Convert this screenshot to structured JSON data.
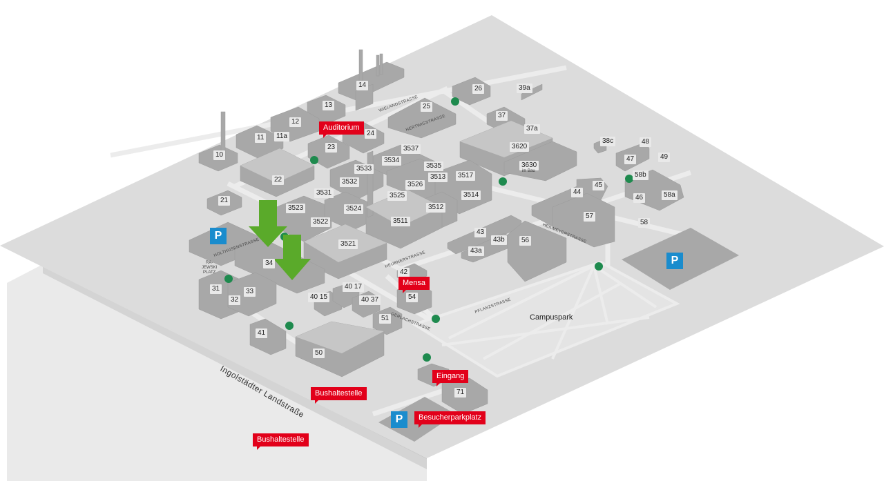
{
  "buildings": [
    {
      "id": "b14",
      "label": "14"
    },
    {
      "id": "b26",
      "label": "26"
    },
    {
      "id": "b39a",
      "label": "39a"
    },
    {
      "id": "b13",
      "label": "13"
    },
    {
      "id": "b25",
      "label": "25"
    },
    {
      "id": "b37",
      "label": "37"
    },
    {
      "id": "b37a",
      "label": "37a"
    },
    {
      "id": "b12",
      "label": "12"
    },
    {
      "id": "b11",
      "label": "11"
    },
    {
      "id": "b11a",
      "label": "11a"
    },
    {
      "id": "b24",
      "label": "24"
    },
    {
      "id": "b10",
      "label": "10"
    },
    {
      "id": "b23",
      "label": "23"
    },
    {
      "id": "b3537",
      "label": "3537"
    },
    {
      "id": "b3620",
      "label": "3620"
    },
    {
      "id": "b38c",
      "label": "38c"
    },
    {
      "id": "b48",
      "label": "48"
    },
    {
      "id": "b3534",
      "label": "3534"
    },
    {
      "id": "b47",
      "label": "47"
    },
    {
      "id": "b49",
      "label": "49"
    },
    {
      "id": "b3535",
      "label": "3535"
    },
    {
      "id": "b3533",
      "label": "3533"
    },
    {
      "id": "b3630",
      "label": "3630"
    },
    {
      "id": "b58b",
      "label": "58b"
    },
    {
      "id": "b3513",
      "label": "3513"
    },
    {
      "id": "b3517",
      "label": "3517"
    },
    {
      "id": "b22",
      "label": "22"
    },
    {
      "id": "b3532",
      "label": "3532"
    },
    {
      "id": "b3526",
      "label": "3526"
    },
    {
      "id": "b45",
      "label": "45"
    },
    {
      "id": "b3531",
      "label": "3531"
    },
    {
      "id": "b3514",
      "label": "3514"
    },
    {
      "id": "b44",
      "label": "44"
    },
    {
      "id": "b3525",
      "label": "3525"
    },
    {
      "id": "b58a",
      "label": "58a"
    },
    {
      "id": "b46",
      "label": "46"
    },
    {
      "id": "b21",
      "label": "21"
    },
    {
      "id": "b3523",
      "label": "3523"
    },
    {
      "id": "b3524",
      "label": "3524"
    },
    {
      "id": "b3512",
      "label": "3512"
    },
    {
      "id": "b57",
      "label": "57"
    },
    {
      "id": "b3522",
      "label": "3522"
    },
    {
      "id": "b3511",
      "label": "3511"
    },
    {
      "id": "b58",
      "label": "58"
    },
    {
      "id": "b43",
      "label": "43"
    },
    {
      "id": "b43b",
      "label": "43b"
    },
    {
      "id": "b56",
      "label": "56"
    },
    {
      "id": "b3521",
      "label": "3521"
    },
    {
      "id": "b43a",
      "label": "43a"
    },
    {
      "id": "b34",
      "label": "34"
    },
    {
      "id": "b42",
      "label": "42"
    },
    {
      "id": "b31",
      "label": "31"
    },
    {
      "id": "b4017",
      "label": "40 17"
    },
    {
      "id": "b33",
      "label": "33"
    },
    {
      "id": "b4015",
      "label": "40 15"
    },
    {
      "id": "b54",
      "label": "54"
    },
    {
      "id": "b32",
      "label": "32"
    },
    {
      "id": "b4037",
      "label": "40 37"
    },
    {
      "id": "b51",
      "label": "51"
    },
    {
      "id": "b41",
      "label": "41"
    },
    {
      "id": "b50",
      "label": "50"
    },
    {
      "id": "b71",
      "label": "71"
    }
  ],
  "building_note": "im Bau",
  "pois": {
    "auditorium": "Auditorium",
    "mensa": "Mensa",
    "eingang": "Eingang",
    "bushaltestelle_1": "Bushaltestelle",
    "bushaltestelle_2": "Bushaltestelle",
    "besucherparkplatz": "Besucherparkplatz"
  },
  "parking_symbol": "P",
  "streets": {
    "wielandstrasse": "WIELANDSTRASSE",
    "hertwigstrasse": "HERTWIGSTRASSE",
    "holthusenstrasse": "HOLTHUSENSTRASSE",
    "heubnerstrasse": "HEUBNERSTRASSE",
    "heilmeyerstrasse": "HEILMEYERSTRASSE",
    "pflanzstrasse": "PFLANZSTRASSE",
    "gerlachstrasse": "GERLACHSTRASSE",
    "ingolstaedter": "Ingolstädter Landstraße"
  },
  "places": {
    "rajewski": "RA-\nJEWSKI\nPLATZ",
    "campuspark": "Campuspark"
  },
  "colors": {
    "ground": "#dcdcdc",
    "roads": "#ececec",
    "building": "#a8a8a8",
    "building_top": "#c6c6c6",
    "poi_red": "#e2001a",
    "parking_blue": "#1a8ccd",
    "arrow_green": "#5aaa2a",
    "tree_green": "#1e8a4e"
  }
}
